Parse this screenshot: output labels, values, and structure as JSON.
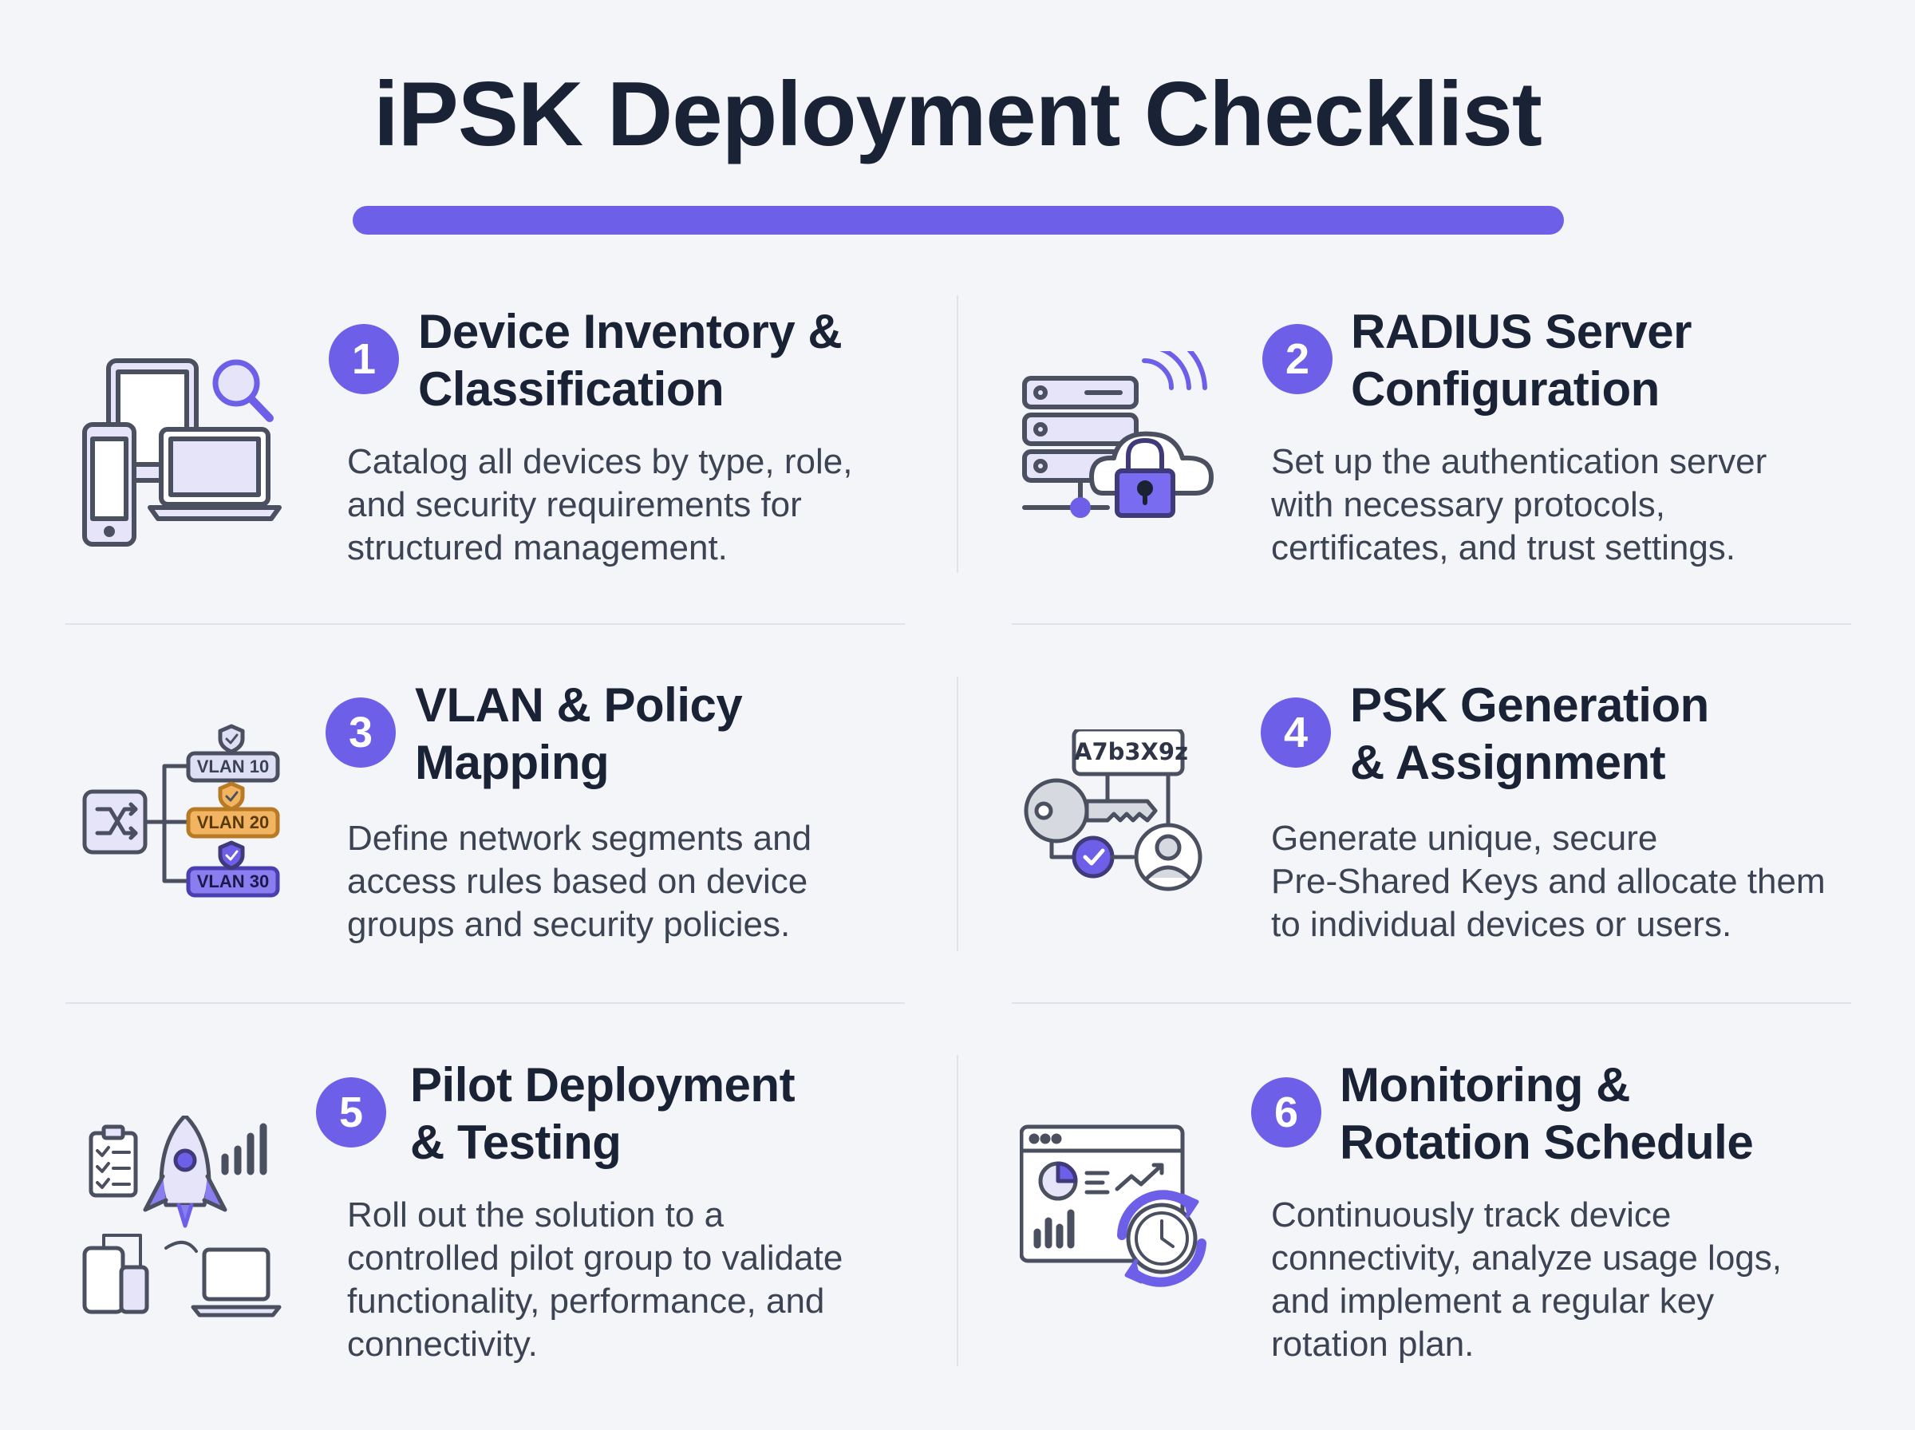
{
  "title": "iPSK Deployment Checklist",
  "colors": {
    "accent": "#6d5fe8",
    "icon_stroke": "#4a5060",
    "icon_fill": "#e6e4f8",
    "vlan_orange": "#f2b460",
    "background": "#f4f5f8"
  },
  "steps": [
    {
      "number": "1",
      "heading": "Device Inventory &\nClassification",
      "description": "Catalog all devices by type, role,\nand security requirements for\nstructured management.",
      "icon": "devices-inventory-icon"
    },
    {
      "number": "2",
      "heading": "RADIUS Server\nConfiguration",
      "description": "Set up the authentication server\nwith necessary protocols,\ncertificates, and trust settings.",
      "icon": "server-cloud-lock-icon"
    },
    {
      "number": "3",
      "heading": "VLAN & Policy\nMapping",
      "description": "Define network segments and\naccess rules based on device\ngroups and security policies.",
      "icon": "vlan-switch-icon",
      "vlans": [
        "VLAN 10",
        "VLAN 20",
        "VLAN 30"
      ]
    },
    {
      "number": "4",
      "heading": "PSK Generation\n& Assignment",
      "description": "Generate unique, secure\nPre-Shared Keys and allocate them\nto individual devices or users.",
      "icon": "key-assignment-icon",
      "key_sample": "A7b3X9z"
    },
    {
      "number": "5",
      "heading": "Pilot Deployment\n& Testing",
      "description": "Roll out the solution to a\ncontrolled pilot group to validate\nfunctionality, performance, and\nconnectivity.",
      "icon": "rocket-pilot-icon"
    },
    {
      "number": "6",
      "heading": "Monitoring &\nRotation Schedule",
      "description": "Continuously track device\nconnectivity, analyze usage logs,\nand implement a regular key\nrotation plan.",
      "icon": "monitoring-rotation-icon"
    }
  ]
}
